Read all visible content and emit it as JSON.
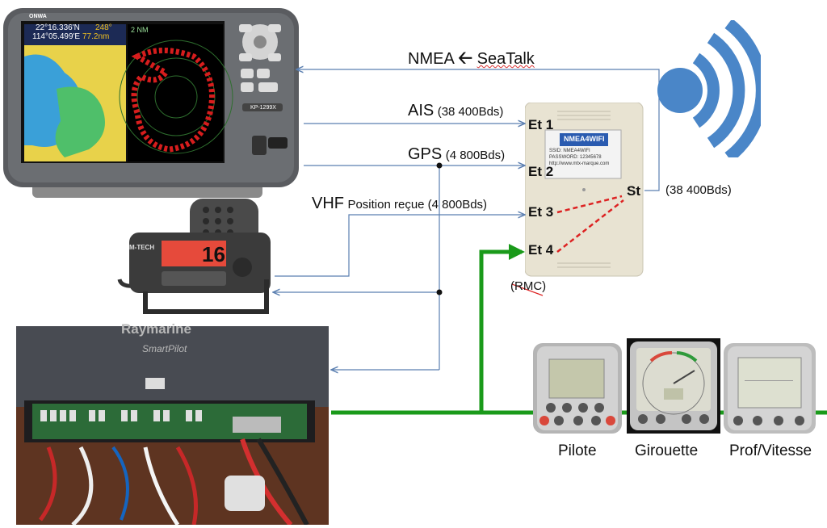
{
  "labels": {
    "nmea_seatalk": "NMEA ← SeaTalk",
    "nmea": "NMEA",
    "seatalk": "SeaTalk",
    "ais_name": "AIS",
    "ais_baud": "(38 400Bds)",
    "gps_name": "GPS",
    "gps_baud": "(4 800Bds)",
    "vhf_name": "VHF",
    "vhf_detail": "Position reçue (4 800Bds)",
    "st_baud": "(38 400Bds)",
    "rmc": "(RMC)"
  },
  "plotter": {
    "brand": "ONWA",
    "model": "KP-1299X",
    "lat": "22°16.336'N",
    "lon": "114°05.499'E",
    "heading": "248°",
    "distance": "77.2nm",
    "range": "2 NM"
  },
  "radio": {
    "display_value": "16",
    "brand": "M-TECH"
  },
  "interface_box": {
    "title": "NMEA4WIFI",
    "ssid": "SSID: NMEA4WIFI",
    "password": "PASSWORD: 12345678",
    "url": "http://www.mtx-marque.com",
    "ports": [
      "Et 1",
      "Et 2",
      "Et 3",
      "Et 4"
    ],
    "output_port": "St"
  },
  "autopilot": {
    "brand": "Raymarine",
    "product": "SmartPilot"
  },
  "instruments": [
    {
      "label": "Pilote"
    },
    {
      "label": "Girouette"
    },
    {
      "label": "Prof/Vitesse"
    }
  ],
  "colors": {
    "wire": "#5b7fb0",
    "seatalk_bus": "#1a9a1a",
    "link_dashed": "#dd2222",
    "wifi": "#4a86c8"
  }
}
